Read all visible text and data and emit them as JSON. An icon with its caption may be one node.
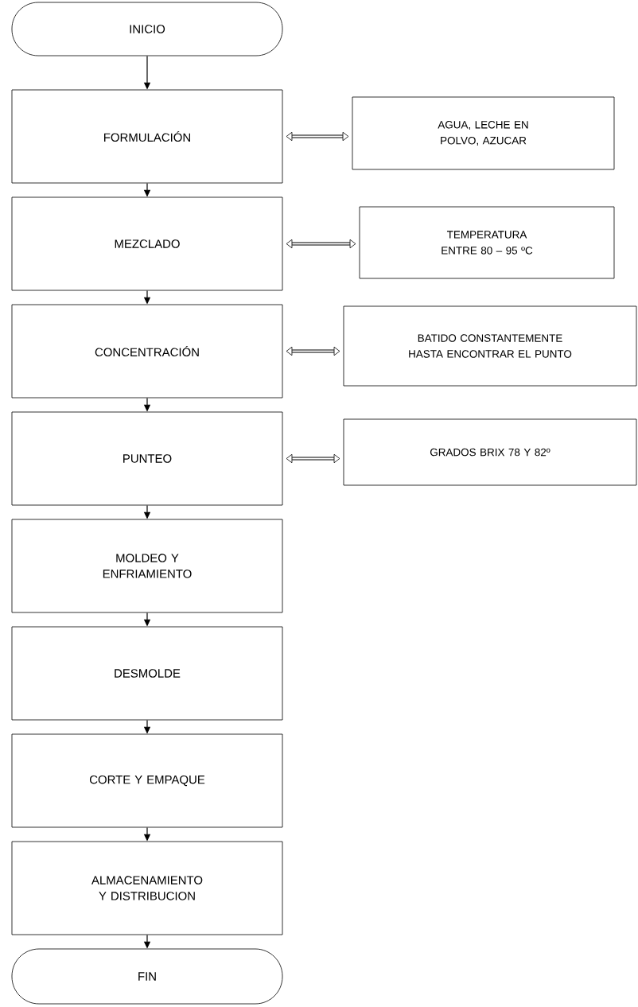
{
  "diagram": {
    "nodes": [
      {
        "text": [
          "INICIO"
        ]
      },
      {
        "text": [
          "FORMULACIÓN"
        ]
      },
      {
        "text": [
          "AGUA, LECHE EN POLVO, AZUCAR"
        ]
      },
      {
        "text": [
          "MEZCLADO"
        ]
      },
      {
        "text": [
          "TEMPERATURA ENTRE 80 – 95 ºC"
        ]
      },
      {
        "text": [
          "CONCENTRACIÓN"
        ]
      },
      {
        "text": [
          "BATIDO CONSTANTEMENTE HASTA ENCONTRAR EL PUNTO"
        ]
      },
      {
        "text": [
          "PUNTEO"
        ]
      },
      {
        "text": [
          "GRADOS BRIX 78 Y 82º"
        ]
      },
      {
        "text": [
          "MOLDEO Y ENFRIAMIENTO"
        ]
      },
      {
        "text": [
          "DESMOLDE"
        ]
      },
      {
        "text": [
          "CORTE Y EMPAQUE"
        ]
      },
      {
        "text": [
          "ALMACENAMIENTO Y DISTRIBUCION"
        ]
      },
      {
        "text": [
          "FIN"
        ]
      }
    ],
    "edges": [
      {
        "from": 0,
        "to": 1,
        "arrow": "to"
      },
      {
        "from": 1,
        "to": 2,
        "arrow": "both",
        "style": "thick"
      },
      {
        "from": 1,
        "to": 3,
        "arrow": "to"
      },
      {
        "from": 3,
        "to": 4,
        "arrow": "both",
        "style": "thick"
      },
      {
        "from": 3,
        "to": 5,
        "arrow": "to"
      },
      {
        "from": 5,
        "to": 6,
        "arrow": "both",
        "style": "thick"
      },
      {
        "from": 5,
        "to": 7,
        "arrow": "to"
      },
      {
        "from": 7,
        "to": 8,
        "arrow": "both",
        "style": "thick"
      },
      {
        "from": 7,
        "to": 9,
        "arrow": "to"
      },
      {
        "from": 9,
        "to": 10,
        "arrow": "to"
      },
      {
        "from": 10,
        "to": 11,
        "arrow": "to"
      },
      {
        "from": 11,
        "to": 12,
        "arrow": "to"
      },
      {
        "from": 12,
        "to": 13,
        "arrow": "to"
      }
    ]
  }
}
